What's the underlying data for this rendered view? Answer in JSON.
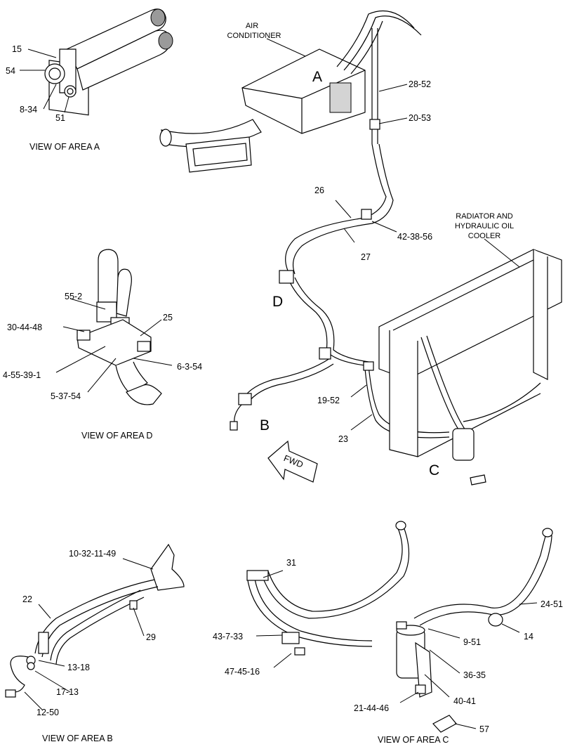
{
  "areas": {
    "A": "A",
    "B": "B",
    "C": "C",
    "D": "D"
  },
  "fwd": "FWD",
  "components": {
    "air_conditioner_line1": "AIR",
    "air_conditioner_line2": "CONDITIONER",
    "radiator_line1": "RADIATOR AND",
    "radiator_line2": "HYDRAULIC OIL",
    "radiator_line3": "COOLER"
  },
  "views": {
    "area_a": "VIEW OF AREA  A",
    "area_d": "VIEW OF AREA  D",
    "area_b": "VIEW OF AREA  B",
    "area_c": "VIEW OF AREA  C"
  },
  "callouts": {
    "view_a": [
      "15",
      "54",
      "8-34",
      "51"
    ],
    "main": [
      "28-52",
      "20-53",
      "26",
      "42-38-56",
      "27",
      "19-52",
      "23"
    ],
    "view_d": [
      "55-2",
      "30-44-48",
      "25",
      "4-55-39-1",
      "6-3-54",
      "5-37-54"
    ],
    "view_b": [
      "10-32-11-49",
      "22",
      "29",
      "13-18",
      "17-13",
      "12-50"
    ],
    "view_c": [
      "31",
      "24-51",
      "43-7-33",
      "9-51",
      "14",
      "47-45-16",
      "36-35",
      "40-41",
      "21-44-46",
      "57"
    ]
  }
}
